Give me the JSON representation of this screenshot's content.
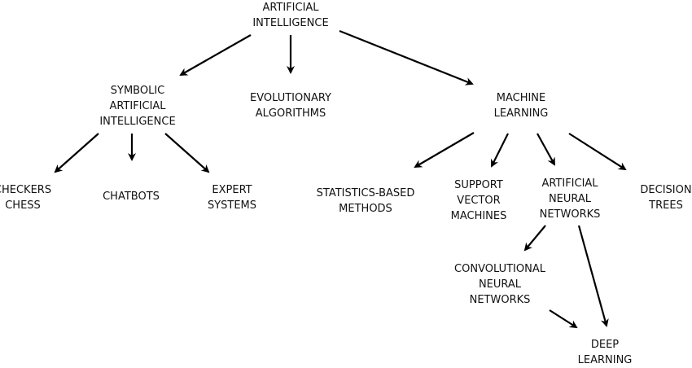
{
  "diagram": {
    "type": "tree",
    "title": "Artificial Intelligence taxonomy",
    "nodes": [
      {
        "id": "ai",
        "lines": [
          "ARTIFICIAL",
          "INTELLIGENCE"
        ]
      },
      {
        "id": "symbolic",
        "lines": [
          "SYMBOLIC",
          "ARTIFICIAL",
          "INTELLIGENCE"
        ]
      },
      {
        "id": "evolutionary",
        "lines": [
          "EVOLUTIONARY",
          "ALGORITHMS"
        ]
      },
      {
        "id": "ml",
        "lines": [
          "MACHINE",
          "LEARNING"
        ]
      },
      {
        "id": "checkers",
        "lines": [
          "CHECKERS",
          "CHESS"
        ]
      },
      {
        "id": "chatbots",
        "lines": [
          "CHATBOTS"
        ]
      },
      {
        "id": "expert",
        "lines": [
          "EXPERT",
          "SYSTEMS"
        ]
      },
      {
        "id": "stats",
        "lines": [
          "STATISTICS-BASED",
          "METHODS"
        ]
      },
      {
        "id": "svm",
        "lines": [
          "SUPPORT",
          "VECTOR",
          "MACHINES"
        ]
      },
      {
        "id": "ann",
        "lines": [
          "ARTIFICIAL",
          "NEURAL",
          "NETWORKS"
        ]
      },
      {
        "id": "trees",
        "lines": [
          "DECISION",
          "TREES"
        ]
      },
      {
        "id": "cnn",
        "lines": [
          "CONVOLUTIONAL",
          "NEURAL",
          "NETWORKS"
        ]
      },
      {
        "id": "dl",
        "lines": [
          "DEEP",
          "LEARNING"
        ]
      }
    ],
    "edges": [
      {
        "from": "ai",
        "to": "symbolic"
      },
      {
        "from": "ai",
        "to": "evolutionary"
      },
      {
        "from": "ai",
        "to": "ml"
      },
      {
        "from": "symbolic",
        "to": "checkers"
      },
      {
        "from": "symbolic",
        "to": "chatbots"
      },
      {
        "from": "symbolic",
        "to": "expert"
      },
      {
        "from": "ml",
        "to": "stats"
      },
      {
        "from": "ml",
        "to": "svm"
      },
      {
        "from": "ml",
        "to": "ann"
      },
      {
        "from": "ml",
        "to": "trees"
      },
      {
        "from": "ann",
        "to": "cnn"
      },
      {
        "from": "ann",
        "to": "dl"
      },
      {
        "from": "cnn",
        "to": "dl"
      }
    ],
    "colors": {
      "line": "#000000",
      "text": "#111111",
      "background": "#ffffff"
    }
  }
}
